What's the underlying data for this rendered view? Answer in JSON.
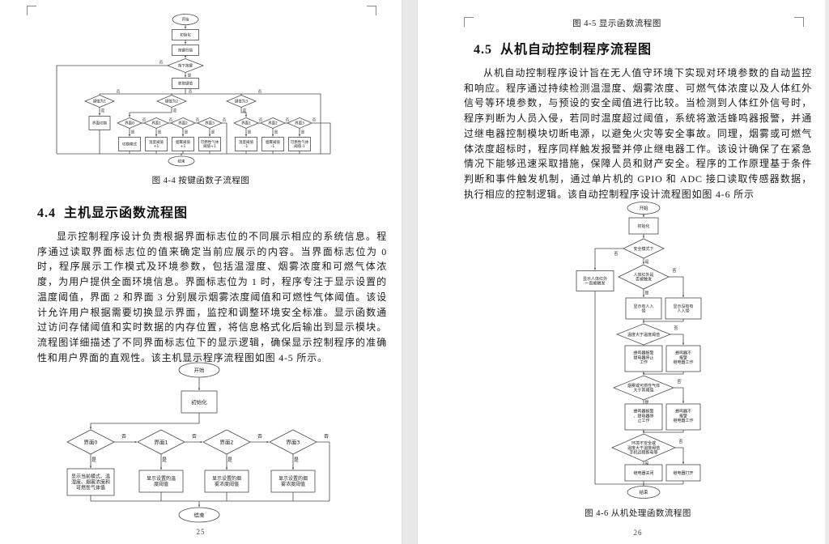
{
  "document": {
    "left_page": {
      "page_number": "25",
      "figure_caption": "图 4-4 按键函数子流程图",
      "section_number": "4.4",
      "section_title": "主机显示函数流程图",
      "paragraph": "显示控制程序设计负责根据界面标志位的不同展示相应的系统信息。程序通过读取界面标志位的值来确定当前应展示的内容。当界面标志位为 0 时，程序展示工作模式及环境参数，包括温湿度、烟雾浓度和可燃气体浓度，为用户提供全面环境信息。界面标志位为 1 时，程序专注于显示设置的温度阈值，界面 2 和界面 3 分别展示烟雾浓度阈值和可燃性气体阈值。该设计允许用户根据需要切换显示界面，监控和调整环境安全标准。显示函数通过访问存储阈值和实时数据的内存位置，将信息格式化后输出到显示模块。流程图详细描述了不同界面标志位下的显示逻辑，确保显示控制程序的准确性和用户界面的直观性。该主机显示程序流程图如图 4-5 所示。"
    },
    "right_page": {
      "page_number": "26",
      "top_figure_caption": "图 4-5 显示函数流程图",
      "section_number": "4.5",
      "section_title": "从机自动控制程序流程图",
      "paragraph": "从机自动控制程序设计旨在无人值守环境下实现对环境参数的自动监控和响应。程序通过持续检测温湿度、烟雾浓度、可燃气体浓度以及人体红外信号等环境参数，与预设的安全阈值进行比较。当检测到人体红外信号时，程序判断为人员入侵，若同时温度超过阈值，系统将激活蜂鸣器报警，并通过继电器控制模块切断电源，以避免火灾等安全事故。同理，烟雾或可燃气体浓度超标时，程序同样触发报警并停止继电器工作。该设计确保了在紧急情况下能够迅速采取措施，保障人员和财产安全。程序的工作原理基于条件判断和事件触发机制，通过单片机的 GPIO 和 ADC 接口读取传感器数据，执行相应的控制逻辑。该自动控制程序设计流程图如图 4-6 所示",
      "figure_caption": "图 4-6 从机处理函数流程图"
    }
  },
  "flowcharts": {
    "labels": {
      "yes": "是",
      "no": "否",
      "start": "开始",
      "end": "结束",
      "init": "初始化"
    },
    "key_function": {
      "scan": "按键扫描",
      "press_check": "按下按键",
      "get_key": "获取键值",
      "key1": "键值为1",
      "key2": "键值为2",
      "key3": "键值为3",
      "switch_ui": "界面切换",
      "ui0": "界面0",
      "ui1": "界面1",
      "ui2": "界面2",
      "ui3": "界面3",
      "mode_switch": "切换模式",
      "temp_inc": "温度阈值\n+1",
      "smoke_inc": "烟雾阈值\n+1",
      "gas_inc": "可燃性气体\n阈值+1",
      "temp_dec": "温度阈值\n-1",
      "smoke_dec": "烟雾阈值\n-1",
      "gas_dec": "可燃性气体\n阈值-1"
    },
    "display_function": {
      "ui0": "界面0",
      "ui1": "界面1",
      "ui2": "界面2",
      "ui3": "界面3",
      "box0": "显示当前模式、温\n湿度、烟雾浓度和\n可燃性气体值",
      "box1": "显示设置的温\n度阈值",
      "box2": "显示设置的烟\n雾浓度阈值",
      "box3": "显示设置的烟\n雾浓度阈值"
    },
    "auto_control": {
      "safe_mode": "安全模式下",
      "ir_always": "显示人体红外\n一直被触发",
      "ir_check": "人体红外是\n否被触发",
      "intrusion": "显示有人入\n侵",
      "no_intrusion": "显示没有有\n人入侵",
      "temp_check": "温度大于温度阈值",
      "alarm_stop": "蜂鸣器报警\n继电器停止\n工作",
      "no_alarm_work": "蜂鸣器不\n报警\n继电器工作",
      "gas_check": "烟雾或可燃性气体\n大于其阈值",
      "alarm_stop2": "蜂鸣器报警\n、继电器停\n止工作",
      "no_alarm_work2": "蜂鸣器不\n报警\n继电器工作",
      "unsafe_check": "环境不安全或\n温度大于温度阈值\n手机远程断电等",
      "relay_off": "继电器关闭",
      "relay_on": "继电器打开"
    }
  }
}
